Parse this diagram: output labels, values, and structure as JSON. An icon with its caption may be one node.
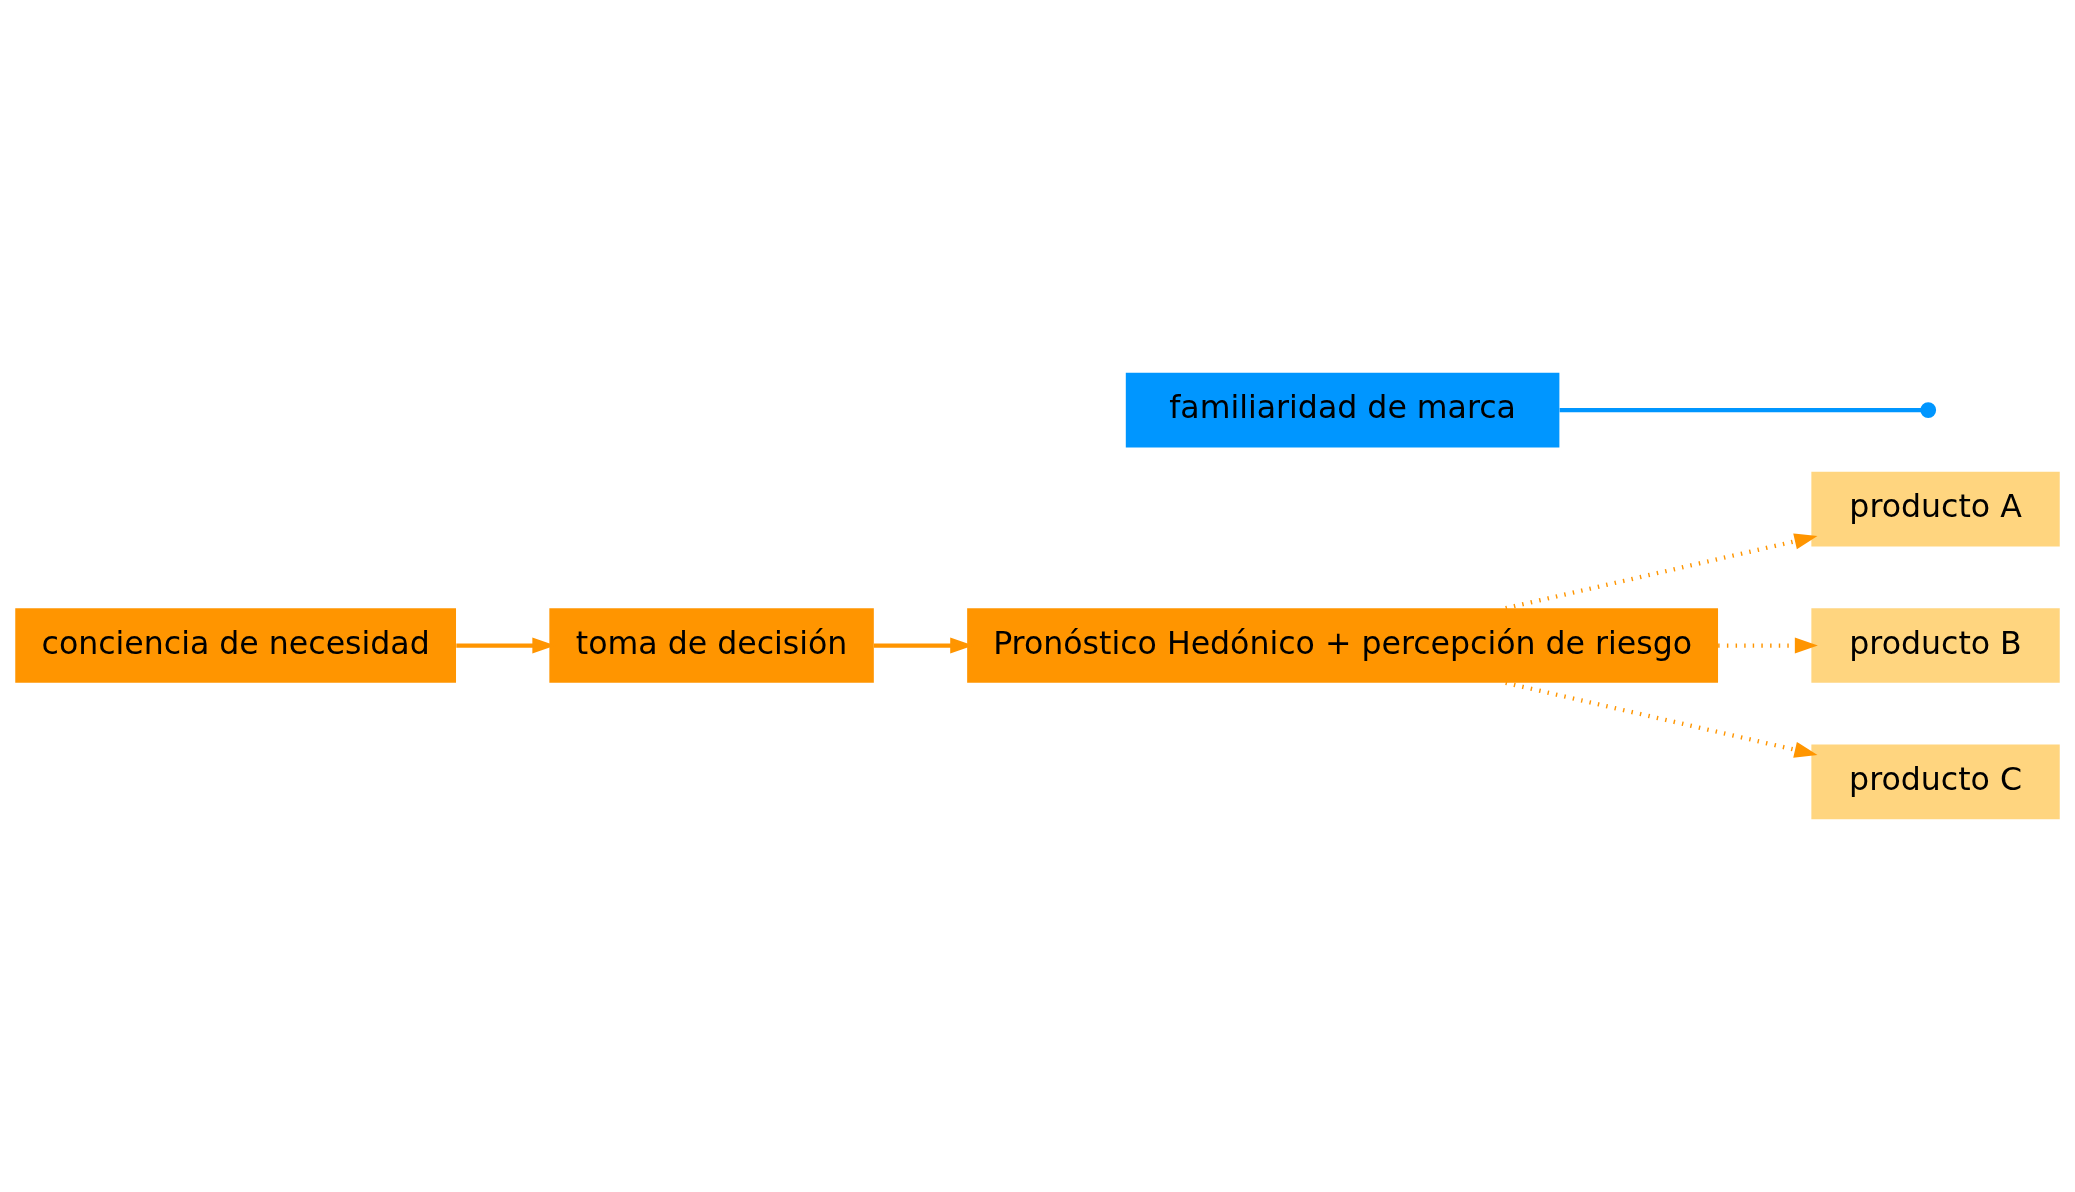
{
  "diagram": {
    "nodes": [
      {
        "text": [
          "conciencia de necesidad"
        ]
      },
      {
        "text": [
          "toma de decisión"
        ]
      },
      {
        "text": [
          "Pronóstico Hedónico + percepción de riesgo"
        ]
      },
      {
        "text": [
          "familiaridad de marca"
        ]
      },
      {
        "text": [
          "producto A"
        ]
      },
      {
        "text": [
          "producto B"
        ]
      },
      {
        "text": [
          "producto C"
        ]
      }
    ],
    "edges": [
      {
        "from": 0,
        "to": 1,
        "arrow": "to"
      },
      {
        "from": 1,
        "to": 2,
        "arrow": "to"
      },
      {
        "from": 2,
        "to": 4,
        "arrow": "to",
        "style": "dashed"
      },
      {
        "from": 2,
        "to": 5,
        "arrow": "to",
        "style": "dashed"
      },
      {
        "from": 2,
        "to": 6,
        "arrow": "to",
        "style": "dashed"
      },
      {
        "from": 3,
        "to": null,
        "arrow": "other",
        "color": "#0096ff"
      }
    ]
  }
}
